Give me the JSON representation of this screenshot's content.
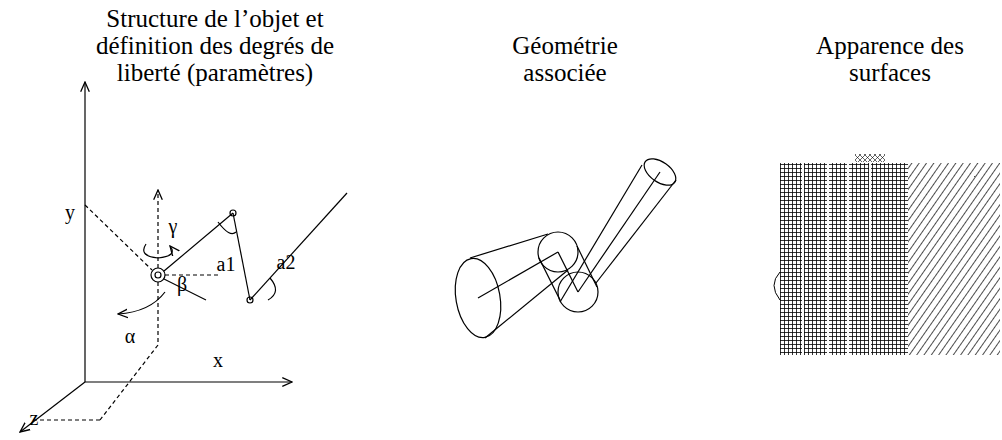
{
  "diagram": {
    "labels": [
      "Structure de l’objet et définition des degrés de liberté (paramètres)",
      "Géométrie associée",
      "Apparence des surfaces",
      "y",
      "x",
      "z",
      "γ",
      "β",
      "α",
      "a1",
      "a2"
    ]
  }
}
